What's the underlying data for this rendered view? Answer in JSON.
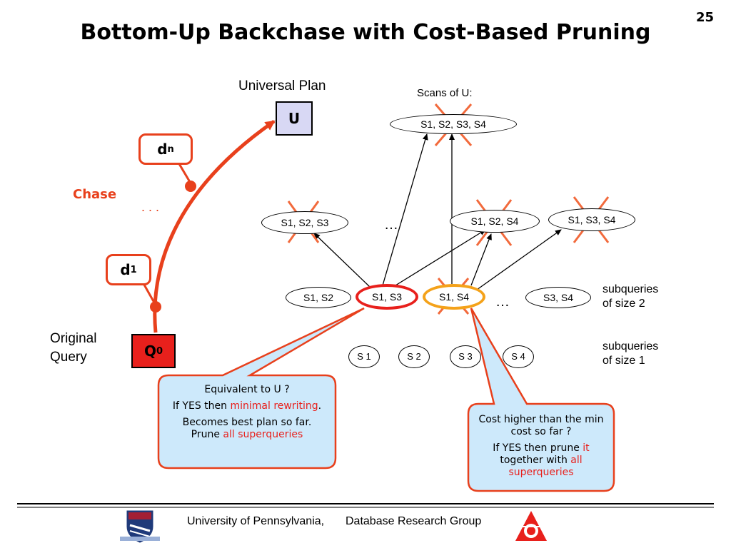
{
  "page_number": "25",
  "title": "Bottom-Up Backchase with Cost-Based Pruning",
  "labels": {
    "universal_plan": "Universal Plan",
    "scans_of_u": "Scans of U:",
    "chase": "Chase",
    "ellipsis_chase": ". . .",
    "original_query_line1": "Original",
    "original_query_line2": "Query",
    "subqueries_size2_line1": "subqueries",
    "subqueries_size2_line2": "of size 2",
    "subqueries_size1_line1": "subqueries",
    "subqueries_size1_line2": "of size 1",
    "ellipsis_size3": "…",
    "ellipsis_size2": "…"
  },
  "boxes": {
    "u": "U",
    "q0": "Q",
    "q0_sub": "0",
    "dn": "d",
    "dn_sub": "n",
    "d1": "d",
    "d1_sub": "1"
  },
  "nodes": {
    "top": "S1, S2, S3, S4",
    "size3": [
      "S1, S2, S3",
      "S1, S2, S4",
      "S1, S3, S4"
    ],
    "size2": [
      "S1, S2",
      "S1, S3",
      "S1, S4",
      "S3, S4"
    ],
    "size1": [
      "S 1",
      "S 2",
      "S 3",
      "S 4"
    ]
  },
  "callout_left": {
    "line1": "Equivalent to U ?",
    "line2_a": "If YES then ",
    "line2_hl": "minimal rewriting",
    "line2_b": ".",
    "line3": "Becomes best plan so far.",
    "line4_a": "Prune ",
    "line4_hl": "all superqueries"
  },
  "callout_right": {
    "line1": "Cost higher than the min cost so far ?",
    "line2_a": "If YES then prune ",
    "line2_hl1": "it",
    "line2_b": " together with ",
    "line2_hl2": "all superqueries"
  },
  "footer": {
    "institution": "University of Pennsylvania,",
    "group": "Database Research Group"
  },
  "colors": {
    "accent_red": "#e8201c",
    "chase_orange": "#e8401c",
    "orange_ring": "#f4a21a",
    "callout_fill": "#cde9fb",
    "u_box_fill": "#d8d8f4",
    "q0_fill": "#e8201c"
  }
}
